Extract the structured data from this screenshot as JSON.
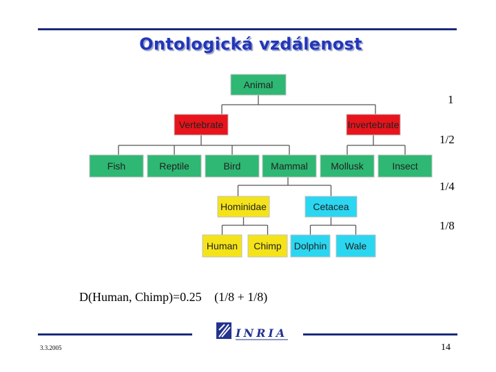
{
  "slide": {
    "title": "Ontologická vzdálenost",
    "formula_left": "D(Human, Chimp)=0.25",
    "formula_right": "(1/8 + 1/8)",
    "date": "3.3.2005",
    "page_number": "14",
    "logo_text": "INRIA"
  },
  "levels": [
    "1",
    "1/2",
    "1/4",
    "1/8"
  ],
  "tree": {
    "root": {
      "label": "Animal",
      "color": "#2eb873"
    },
    "level1": [
      {
        "label": "Vertebrate",
        "color": "#e8141c"
      },
      {
        "label": "Invertebrate",
        "color": "#e8141c"
      }
    ],
    "level2": [
      {
        "label": "Fish",
        "color": "#2eb873"
      },
      {
        "label": "Reptile",
        "color": "#2eb873"
      },
      {
        "label": "Bird",
        "color": "#2eb873"
      },
      {
        "label": "Mammal",
        "color": "#2eb873"
      },
      {
        "label": "Mollusk",
        "color": "#2eb873"
      },
      {
        "label": "Insect",
        "color": "#2eb873"
      }
    ],
    "level3": [
      {
        "label": "Hominidae",
        "color": "#f5e31a"
      },
      {
        "label": "Cetacea",
        "color": "#2bd6f0"
      }
    ],
    "level4": [
      {
        "label": "Human",
        "color": "#f5e31a"
      },
      {
        "label": "Chimp",
        "color": "#f5e31a"
      },
      {
        "label": "Dolphin",
        "color": "#2bd6f0"
      },
      {
        "label": "Wale",
        "color": "#2bd6f0"
      }
    ]
  }
}
